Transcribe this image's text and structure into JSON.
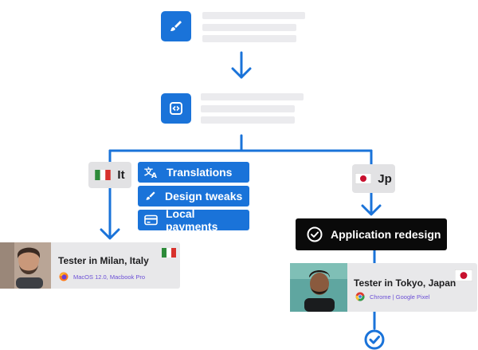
{
  "flow": {
    "step1_icon": "paintbrush-icon",
    "step2_icon": "code-icon",
    "accent_color": "#1a73d9"
  },
  "branches": {
    "italy": {
      "flag": "italy-flag",
      "label": "It"
    },
    "japan": {
      "flag": "japan-flag",
      "label": "Jp"
    }
  },
  "tags": [
    {
      "icon": "translate-icon",
      "label": "Translations"
    },
    {
      "icon": "paintbrush-icon",
      "label": "Design tweaks"
    },
    {
      "icon": "credit-card-icon",
      "label": "Local payments"
    }
  ],
  "testers": {
    "milan": {
      "title": "Tester in Milan, Italy",
      "browser_icon": "firefox-icon",
      "device": "MacOS 12.0, Macbook Pro",
      "flag": "italy-flag"
    },
    "tokyo": {
      "title": "Tester in Tokyo, Japan",
      "browser_icon": "chrome-icon",
      "device": "Chrome | Google Pixel",
      "flag": "japan-flag"
    }
  },
  "redesign": {
    "icon": "check-circle-icon",
    "label": "Application redesign"
  },
  "final": {
    "icon": "check-circle-icon"
  }
}
